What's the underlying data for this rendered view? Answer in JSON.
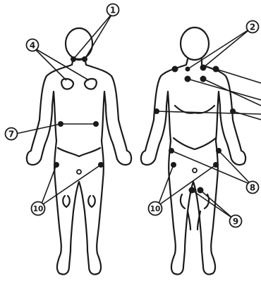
{
  "diagram": {
    "colors": {
      "ink": "#1a1a1a",
      "paper": "#ffffff"
    },
    "labels": [
      {
        "id": "label-1",
        "text": "1"
      },
      {
        "id": "label-2",
        "text": "2"
      },
      {
        "id": "label-4",
        "text": "4"
      },
      {
        "id": "label-7",
        "text": "7"
      },
      {
        "id": "label-8",
        "text": "8"
      },
      {
        "id": "label-9",
        "text": "9"
      },
      {
        "id": "label-10-left",
        "text": "10"
      },
      {
        "id": "label-10-right",
        "text": "10"
      }
    ]
  }
}
